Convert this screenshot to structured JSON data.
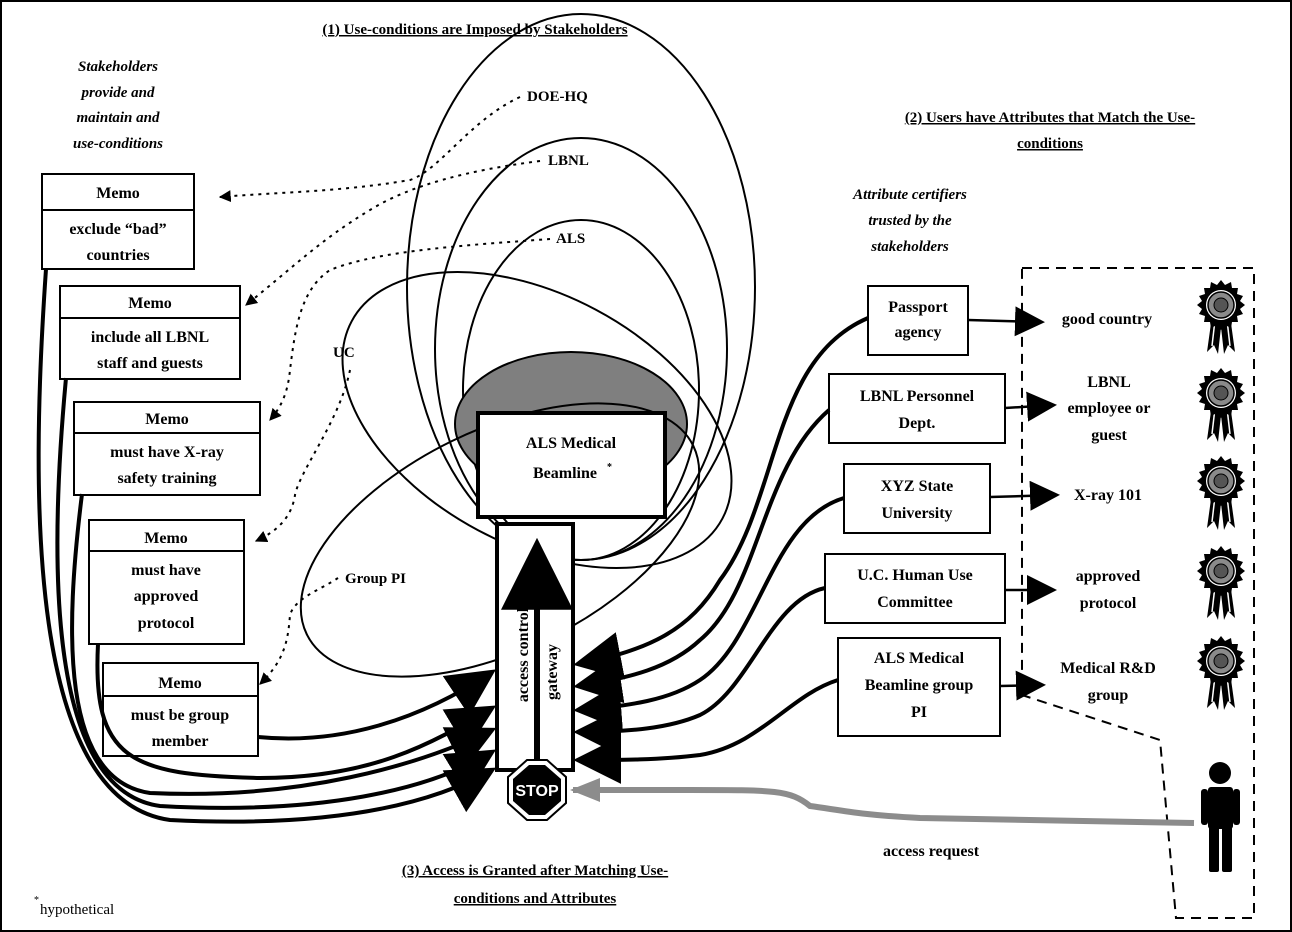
{
  "headings": {
    "h1": "(1) Use-conditions are Imposed by Stakeholders",
    "h2_line1": "(2) Users have Attributes that Match the Use-",
    "h2_line2": "conditions",
    "h3_line1": "(3) Access is Granted after Matching Use-",
    "h3_line2": "conditions and Attributes"
  },
  "notes": {
    "stakeholders": [
      "Stakeholders",
      "provide and",
      "maintain and",
      "use-conditions"
    ],
    "certifiers": [
      "Attribute certifiers",
      "trusted by the",
      "stakeholders"
    ],
    "footnote_mark": "*",
    "footnote": "hypothetical"
  },
  "stakeholders": {
    "doe": "DOE-HQ",
    "lbnl": "LBNL",
    "als": "ALS",
    "uc": "UC",
    "pi": "Group PI"
  },
  "memos": [
    {
      "title": "Memo",
      "lines": [
        "exclude “bad”",
        "countries"
      ]
    },
    {
      "title": "Memo",
      "lines": [
        "include all LBNL",
        "staff and guests"
      ]
    },
    {
      "title": "Memo",
      "lines": [
        "must have X-ray",
        "safety training"
      ]
    },
    {
      "title": "Memo",
      "lines": [
        "must have",
        "approved",
        "protocol"
      ]
    },
    {
      "title": "Memo",
      "lines": [
        "must be group",
        "member"
      ]
    }
  ],
  "resource": {
    "line1": "ALS Medical",
    "line2": "Beamline",
    "mark": "*"
  },
  "gateway": {
    "line1": "access control",
    "line2": "gateway",
    "stop": "STOP"
  },
  "certifiers": [
    [
      "Passport",
      "agency"
    ],
    [
      "LBNL Personnel",
      "Dept."
    ],
    [
      "XYZ State",
      "University"
    ],
    [
      "U.C. Human Use",
      "Committee"
    ],
    [
      "ALS Medical",
      "Beamline group",
      "PI"
    ]
  ],
  "attributes": [
    [
      "good country"
    ],
    [
      "LBNL",
      "employee or",
      "guest"
    ],
    [
      "X-ray 101"
    ],
    [
      "approved",
      "protocol"
    ],
    [
      "Medical R&D",
      "group"
    ]
  ],
  "request": "access request",
  "colors": {
    "resource_fill": "#7f7f7f",
    "request_arrow": "#8c8c8c"
  }
}
